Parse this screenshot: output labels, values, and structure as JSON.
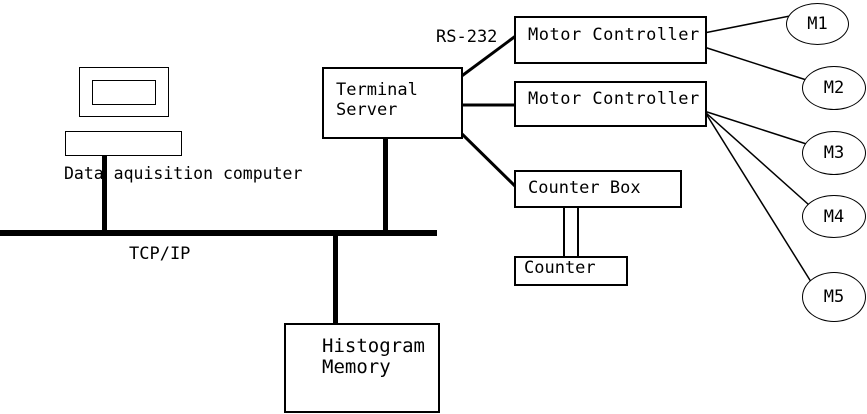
{
  "diagram": {
    "background": "#ffffff",
    "ink": "#000000",
    "nodes": {
      "data_acquisition_computer": {
        "label": "Data aquisition computer"
      },
      "terminal_server": {
        "label": "Terminal\nServer"
      },
      "motor_controller_1": {
        "label": "Motor Controller"
      },
      "motor_controller_2": {
        "label": "Motor Controller"
      },
      "counter_box": {
        "label": "Counter Box"
      },
      "counter": {
        "label": "Counter"
      },
      "histogram_memory": {
        "label": "Histogram\nMemory"
      }
    },
    "motors": [
      {
        "label": "M1"
      },
      {
        "label": "M2"
      },
      {
        "label": "M3"
      },
      {
        "label": "M4"
      },
      {
        "label": "M5"
      }
    ],
    "connection_labels": {
      "serial": "RS-232",
      "network": "TCP/IP"
    }
  }
}
